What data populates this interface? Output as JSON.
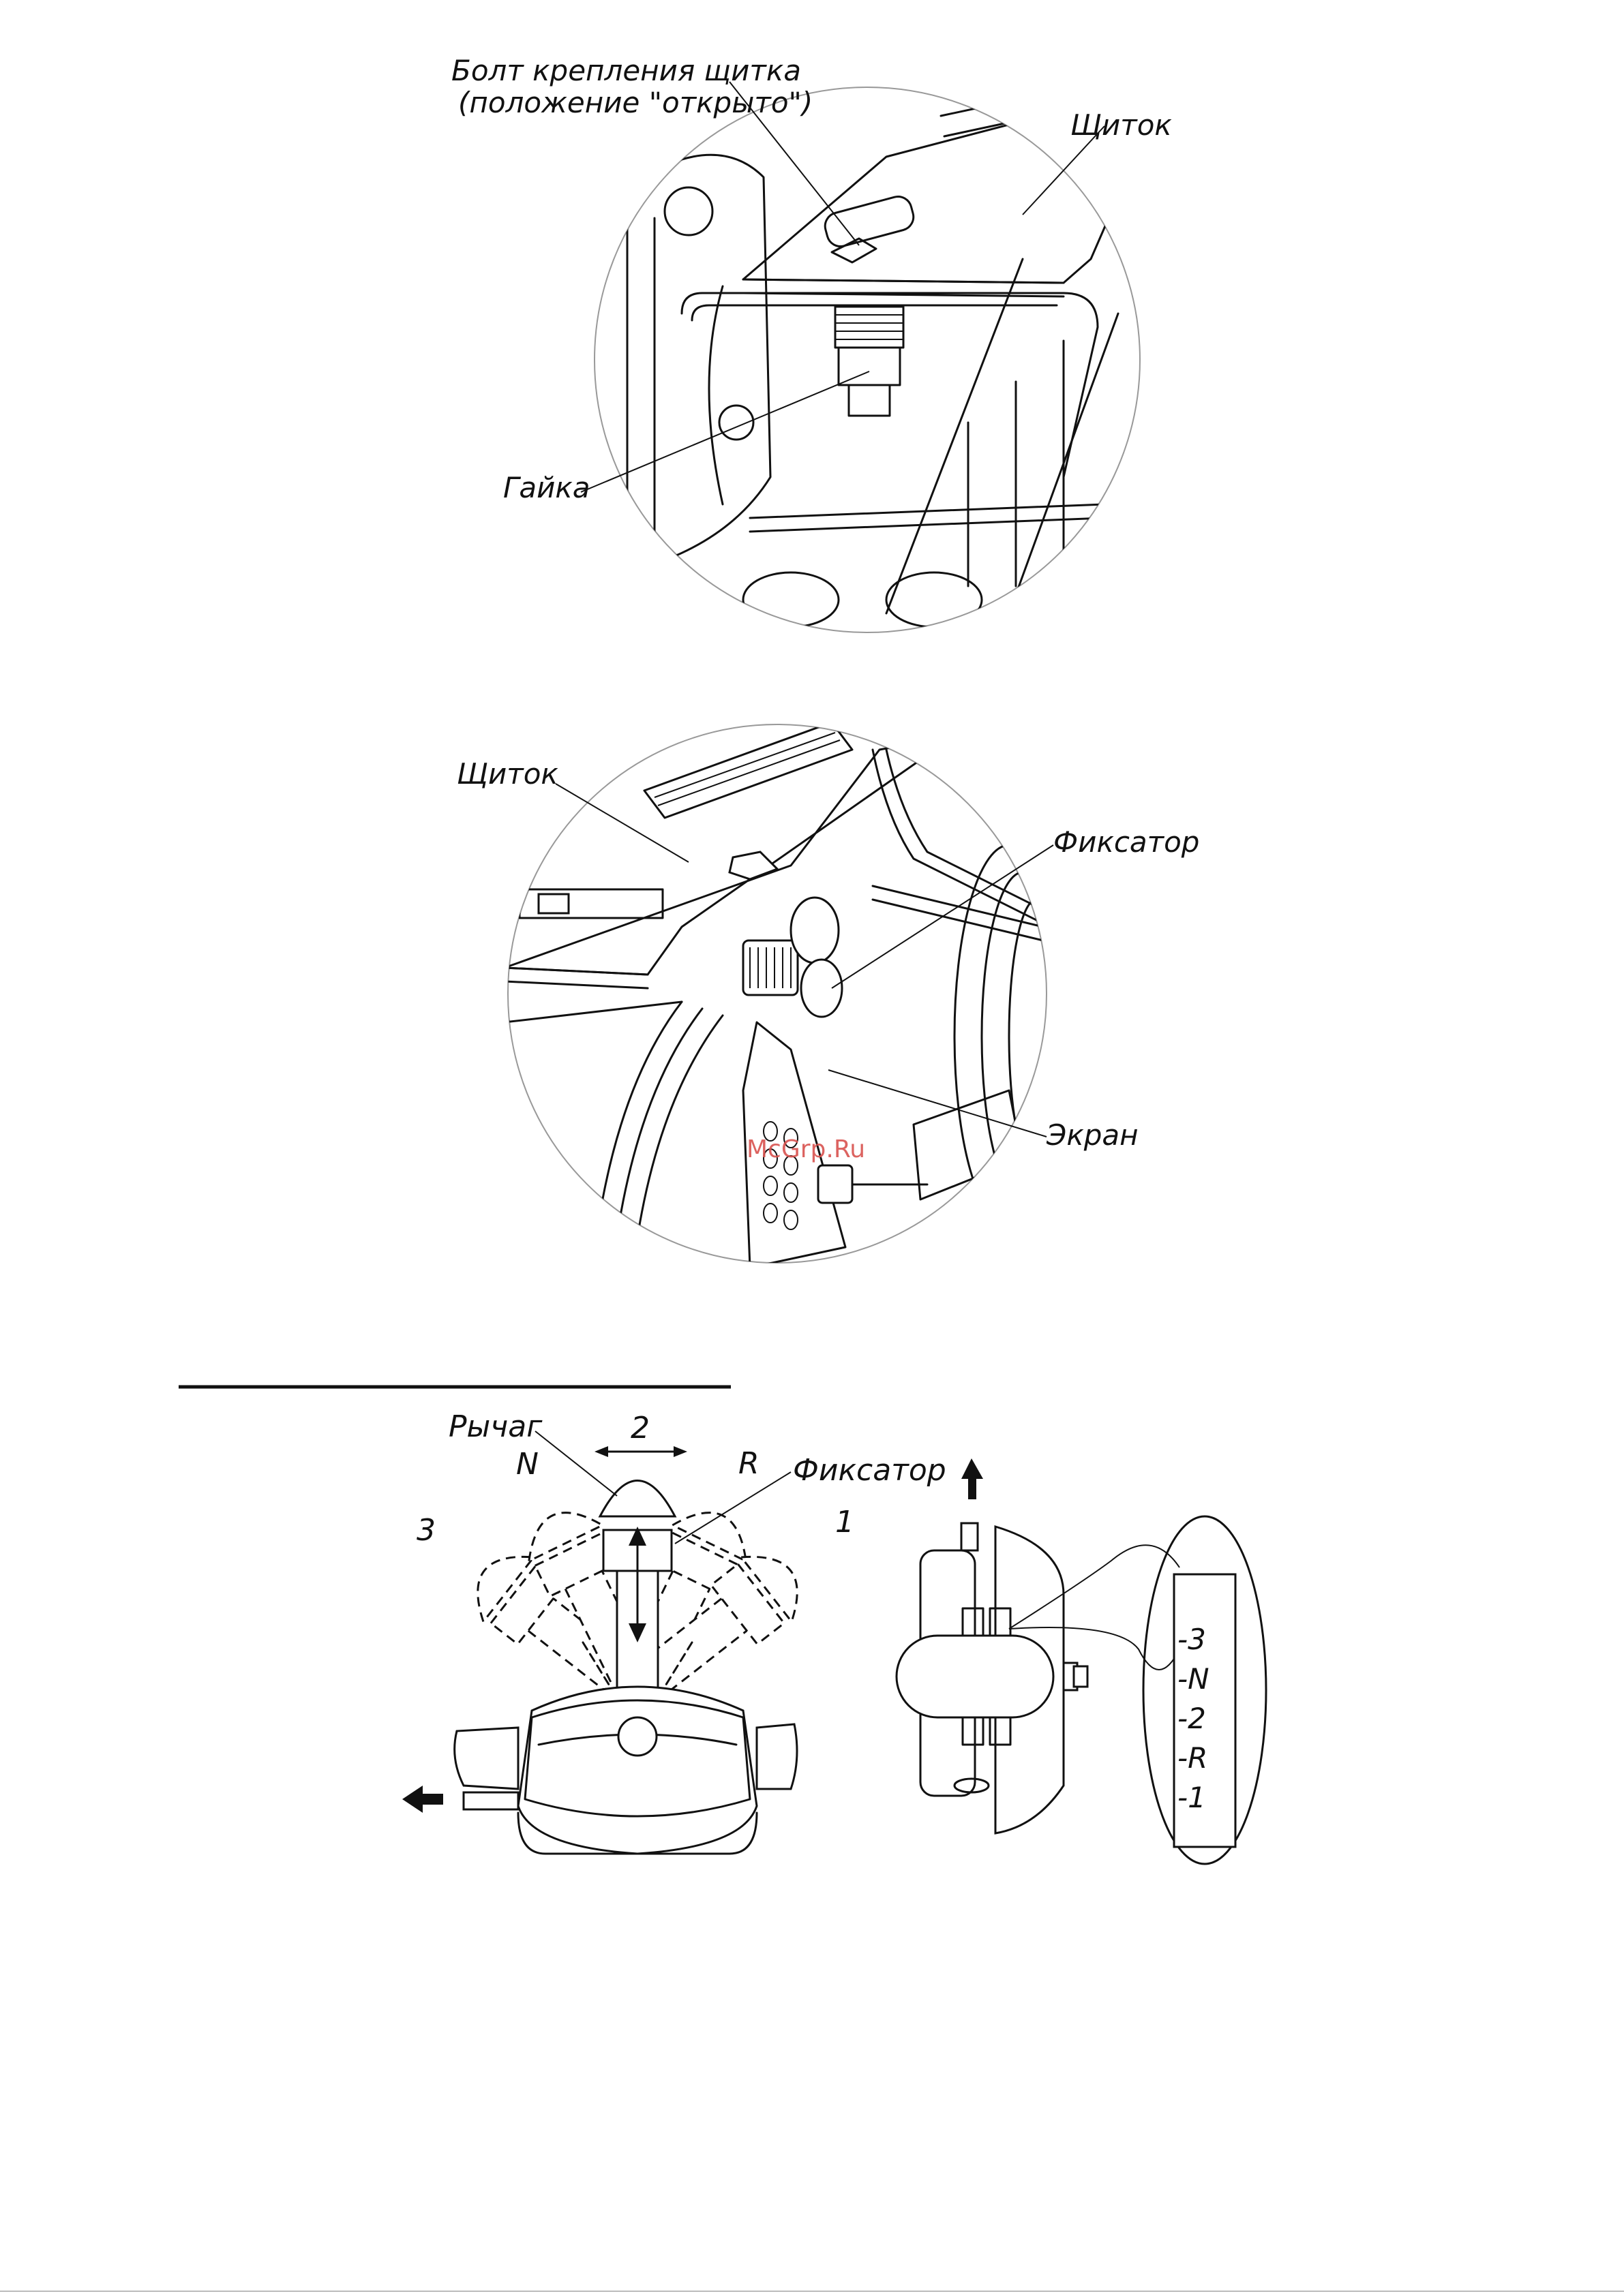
{
  "figure1": {
    "bolt_label_line1": "Болт крепления щитка",
    "bolt_label_line2": "(положение \"открыто\")",
    "shield_label": "Щиток",
    "nut_label": "Гайка"
  },
  "figure2": {
    "shield_label": "Щиток",
    "lock_label": "Фиксатор",
    "screen_label": "Экран"
  },
  "figure3": {
    "lever_label": "Рычаг",
    "lock_label": "Фиксатор",
    "position_2": "2",
    "position_N": "N",
    "position_R": "R",
    "position_3": "3",
    "position_1": "1",
    "scale_marks": [
      "-3",
      "-N",
      "-2",
      "-R",
      "-1"
    ]
  },
  "watermark": "McGrp.Ru"
}
